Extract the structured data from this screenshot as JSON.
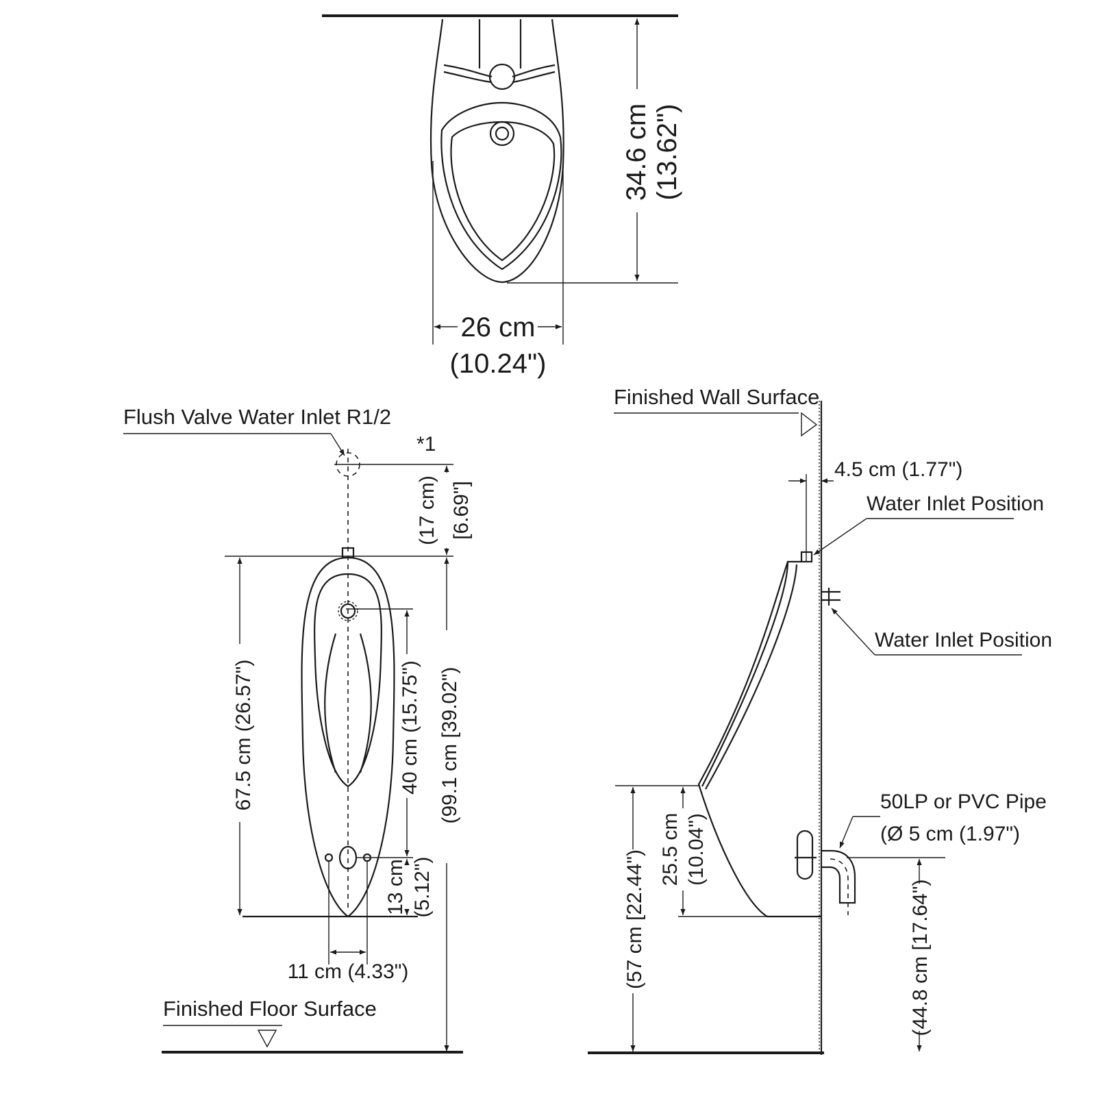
{
  "top_view": {
    "height_cm": "34.6 cm",
    "height_in": "(13.62\")",
    "width_cm": "26 cm",
    "width_in": "(10.24\")"
  },
  "front_view": {
    "flush_valve_label": "Flush Valve Water Inlet R1/2",
    "note_mark": "*1",
    "inlet_offset_cm": "(17 cm)",
    "inlet_offset_in": "[6.69\"]",
    "body_height": "67.5 cm (26.57\")",
    "spreader_height": "40 cm (15.75\")",
    "total_height": "(99.1 cm [39.02\")",
    "outlet_height_cm": "13 cm",
    "outlet_height_in": "(5.12\")",
    "hole_spacing": "11 cm (4.33\")",
    "floor_label": "Finished Floor Surface"
  },
  "side_view": {
    "wall_label": "Finished Wall Surface",
    "inlet_offset": "4.5 cm (1.77\")",
    "water_inlet_top": "Water Inlet Position",
    "water_inlet_side": "Water Inlet Position",
    "pipe_label": "50LP or PVC Pipe",
    "pipe_diameter": "(Ø 5 cm (1.97\")",
    "lip_height": "(57 cm [22.44\")",
    "bowl_depth_cm": "25.5 cm",
    "bowl_depth_in": "(10.04\")",
    "pipe_height": "(44.8 cm [17.64\")"
  }
}
